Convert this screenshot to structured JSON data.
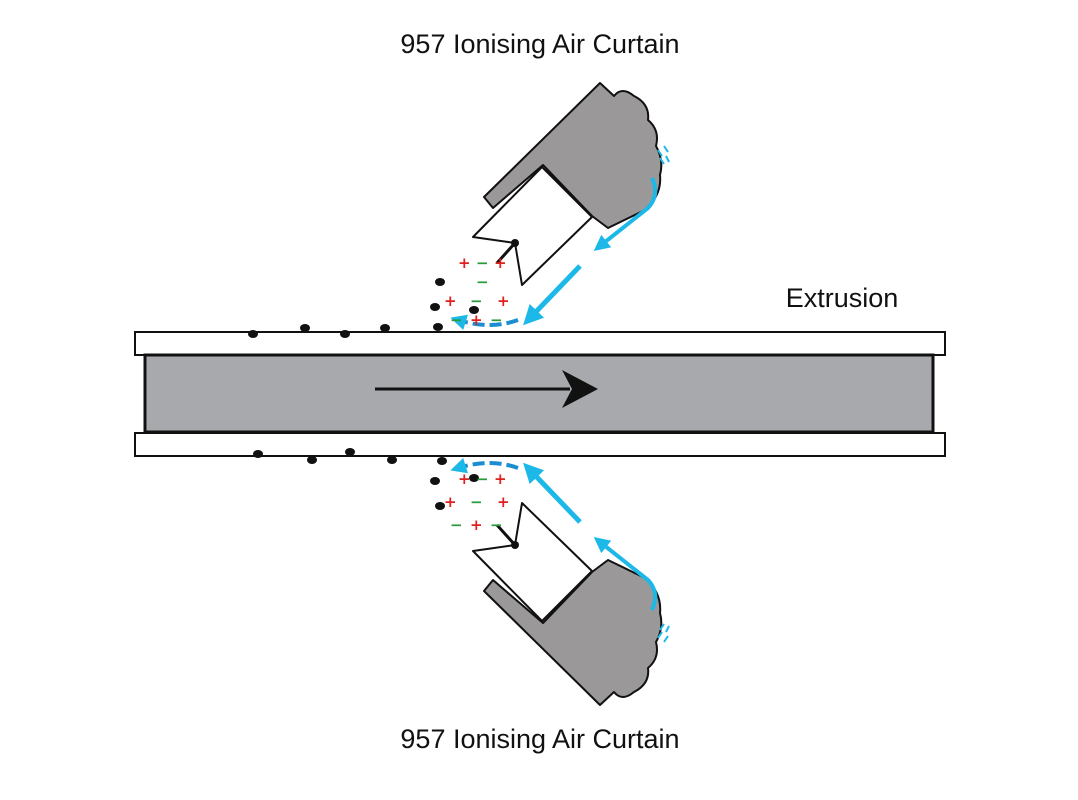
{
  "labels": {
    "top_device": "957 Ionising Air Curtain",
    "bottom_device": "957 Ionising Air Curtain",
    "extrusion": "Extrusion"
  },
  "charges": {
    "plus": "+",
    "minus": "−"
  },
  "colors": {
    "body_gray": "#9a9899",
    "extrusion_gray": "#a7a9ac",
    "airflow_blue": "#1cb8e8",
    "positive_red": "#e0201e",
    "negative_green": "#2a9a3a"
  }
}
